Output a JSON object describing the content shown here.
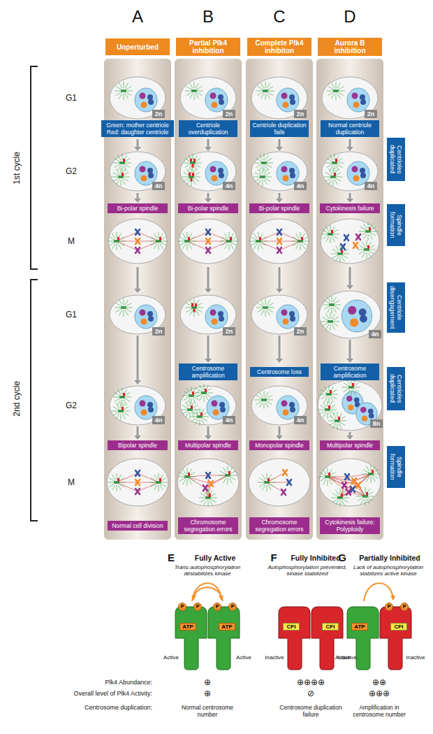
{
  "diagram": {
    "nodes": [
      {
        "text": [
          "Unperturbed"
        ]
      },
      {
        "text": [
          "Partial Plk4 inhibition"
        ]
      },
      {
        "text": [
          "Complete Plk4 inhibiton"
        ]
      },
      {
        "text": [
          "Aurora B inhibition"
        ]
      },
      {
        "text": [
          "2n"
        ]
      },
      {
        "text": [
          "2n"
        ]
      },
      {
        "text": [
          "2n"
        ]
      },
      {
        "text": [
          "2n"
        ]
      },
      {
        "text": [
          "Green: mother centriole Red: daughter centriole"
        ]
      },
      {
        "text": [
          "Centriole overduplication"
        ]
      },
      {
        "text": [
          "Centriole duplication fails"
        ]
      },
      {
        "text": [
          "Normal centriole duplication"
        ]
      },
      {
        "text": [
          "Centrioles duplicated"
        ]
      },
      {
        "text": [
          "4n"
        ]
      },
      {
        "text": [
          "4n"
        ]
      },
      {
        "text": [
          "4n"
        ]
      },
      {
        "text": [
          "4n"
        ]
      },
      {
        "text": [
          "Bi-polar spindle"
        ]
      },
      {
        "text": [
          "Bi-polar spindle"
        ]
      },
      {
        "text": [
          "Bi-polar spindle"
        ]
      },
      {
        "text": [
          "Cytokinesis failure"
        ]
      },
      {
        "text": [
          "Spindle formation"
        ]
      },
      {
        "text": [
          "Centriole disengagement"
        ]
      },
      {
        "text": [
          "2n"
        ]
      },
      {
        "text": [
          "2n"
        ]
      },
      {
        "text": [
          "2n"
        ]
      },
      {
        "text": [
          "4n"
        ]
      },
      {
        "text": [
          "Centrosome amplification"
        ]
      },
      {
        "text": [
          "Centrosome loss"
        ]
      },
      {
        "text": [
          "Centrosome amplification"
        ]
      },
      {
        "text": [
          "Centrioles duplicated"
        ]
      },
      {
        "text": [
          "4n"
        ]
      },
      {
        "text": [
          "4n"
        ]
      },
      {
        "text": [
          "4n"
        ]
      },
      {
        "text": [
          "8n"
        ]
      },
      {
        "text": [
          "Bipolar spindle"
        ]
      },
      {
        "text": [
          "Multipolar spindle"
        ]
      },
      {
        "text": [
          "Monopolar spindle"
        ]
      },
      {
        "text": [
          "Multipolar spindle"
        ]
      },
      {
        "text": [
          "Spindle formation"
        ]
      },
      {
        "text": [
          "Normal cell division"
        ]
      },
      {
        "text": [
          "Chromosome segregation errors"
        ]
      },
      {
        "text": [
          "Chromosome segregation errors"
        ]
      },
      {
        "text": [
          "Cytokinesis failure: Polyploidy"
        ]
      },
      {
        "text": [
          "ATP"
        ]
      },
      {
        "text": [
          "ATP"
        ]
      },
      {
        "text": [
          "P"
        ]
      },
      {
        "text": [
          "P"
        ]
      },
      {
        "text": [
          "P"
        ]
      },
      {
        "text": [
          "P"
        ]
      },
      {
        "text": [
          "CFI"
        ]
      },
      {
        "text": [
          "CFI"
        ]
      },
      {
        "text": [
          "ATP"
        ]
      },
      {
        "text": [
          "CFI"
        ]
      },
      {
        "text": [
          "P"
        ]
      },
      {
        "text": [
          "P"
        ]
      }
    ],
    "labels": [
      "A",
      "B",
      "C",
      "D",
      "1st cycle",
      "G1",
      "G2",
      "M",
      "2nd cycle",
      "G1",
      "G2",
      "M",
      "E",
      "Fully Active",
      "Trans-autophosphorylation destabilizes kinase",
      "Active",
      "Active",
      "Plk4 Abundance:",
      "Overall level of Plk4 Activity:",
      "Centrosome duplication:",
      "⊕",
      "⊕",
      "Normal centrosome number",
      "F",
      "Fully Inhibited",
      "Autophosphorylation prevented, kinase stabilized",
      "Inactive",
      "Inactive",
      "⊕⊕⊕⊕",
      "⊘",
      "Centrosome duplication failure",
      "G",
      "Partially Inhibited",
      "Lack of autophosphorylation stabilizes active kinase",
      "Active",
      "Inactive",
      "⊕⊕",
      "⊕⊕⊕",
      "Amplification in centrosome number"
    ]
  }
}
